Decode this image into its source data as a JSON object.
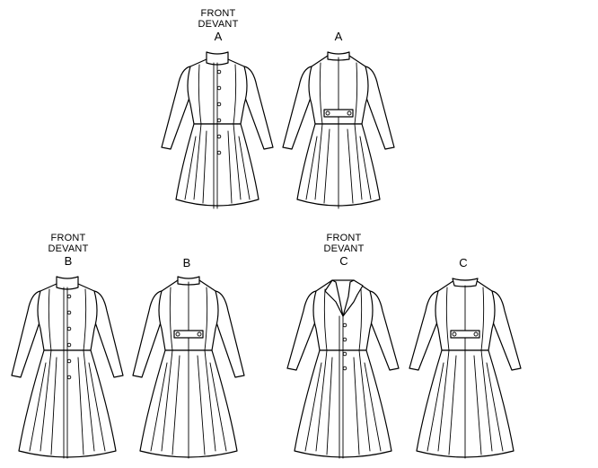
{
  "views": [
    {
      "id": "a-front",
      "lines": [
        "FRONT",
        "DEVANT"
      ],
      "letter": "A"
    },
    {
      "id": "a-back",
      "lines": [],
      "letter": "A"
    },
    {
      "id": "b-front",
      "lines": [
        "FRONT",
        "DEVANT"
      ],
      "letter": "B"
    },
    {
      "id": "b-back",
      "lines": [],
      "letter": "B"
    },
    {
      "id": "c-front",
      "lines": [
        "FRONT",
        "DEVANT"
      ],
      "letter": "C"
    },
    {
      "id": "c-back",
      "lines": [],
      "letter": "C"
    }
  ]
}
